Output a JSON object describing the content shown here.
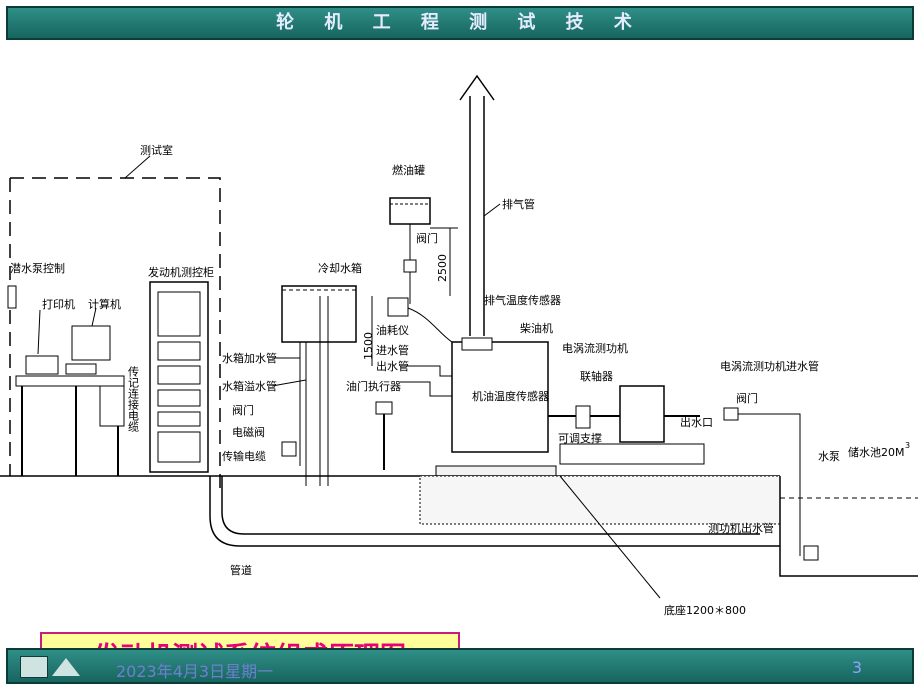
{
  "header": {
    "title": "轮 机 工 程 测 试 技 术"
  },
  "caption": "发动机测试系统组成原理图",
  "footer": {
    "date": "2023年4月3日星期一",
    "page": "3"
  },
  "labels": {
    "test_room": "测试室",
    "pump_control": "潜水泵控制",
    "printer": "打印机",
    "computer": "计算机",
    "control_cabinet": "发动机测控柜",
    "cooling_tank": "冷却水箱",
    "fuel_tank": "燃油罐",
    "valve_fuel": "阀门",
    "height_2500": "2500",
    "exhaust_pipe": "排气管",
    "fuel_meter": "油耗仪",
    "height_1500": "1500",
    "exhaust_temp_sensor": "排气温度传感器",
    "diesel_engine": "柴油机",
    "eddy_dyno": "电涡流测功机",
    "dyno_inlet": "电涡流测功机进水管",
    "tank_fill_pipe": "水箱加水管",
    "tank_overflow_pipe": "水箱溢水管",
    "inlet_pipe": "进水管",
    "outlet_pipe": "出水管",
    "throttle_actuator": "油门执行器",
    "oil_temp_sensor": "机油温度传感器",
    "coupling": "联轴器",
    "transfer_cable": "传记连接电缆",
    "valve_left": "阀门",
    "solenoid_valve": "电磁阀",
    "transmission_cable": "传输电缆",
    "adjustable_support": "可调支撑",
    "water_outlet": "出水口",
    "valve_right": "阀门",
    "water_pump": "水泵",
    "reservoir": "储水池20M",
    "reservoir_sup": "3",
    "dyno_outlet": "测功机出水管",
    "conduit": "管道",
    "base": "底座1200＊800"
  }
}
